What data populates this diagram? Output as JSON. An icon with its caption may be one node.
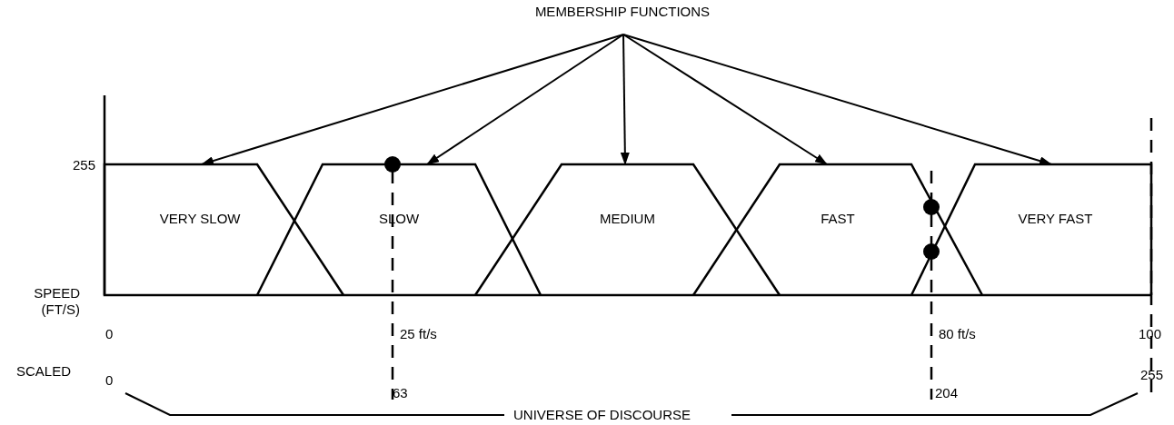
{
  "diagram": {
    "nodes": [
      {
        "text": [
          "MEMBERSHIP FUNCTIONS"
        ]
      },
      {
        "text": [
          "VERY SLOW"
        ]
      },
      {
        "text": [
          "SLOW"
        ]
      },
      {
        "text": [
          "MEDIUM"
        ]
      },
      {
        "text": [
          "FAST"
        ]
      },
      {
        "text": [
          "VERY FAST"
        ]
      }
    ],
    "edges": [
      {
        "from": 0,
        "to": 1,
        "arrow": "to"
      },
      {
        "from": 0,
        "to": 2,
        "arrow": "to"
      },
      {
        "from": 0,
        "to": 3,
        "arrow": "to"
      },
      {
        "from": 0,
        "to": 4,
        "arrow": "to"
      },
      {
        "from": 0,
        "to": 5,
        "arrow": "to"
      }
    ],
    "labels": [
      "255",
      "SPEED (FT/S)",
      "0",
      "25 ft/s",
      "80 ft/s",
      "100",
      "SCALED",
      "0",
      "63",
      "204",
      "255",
      "UNIVERSE OF DISCOURSE"
    ]
  }
}
